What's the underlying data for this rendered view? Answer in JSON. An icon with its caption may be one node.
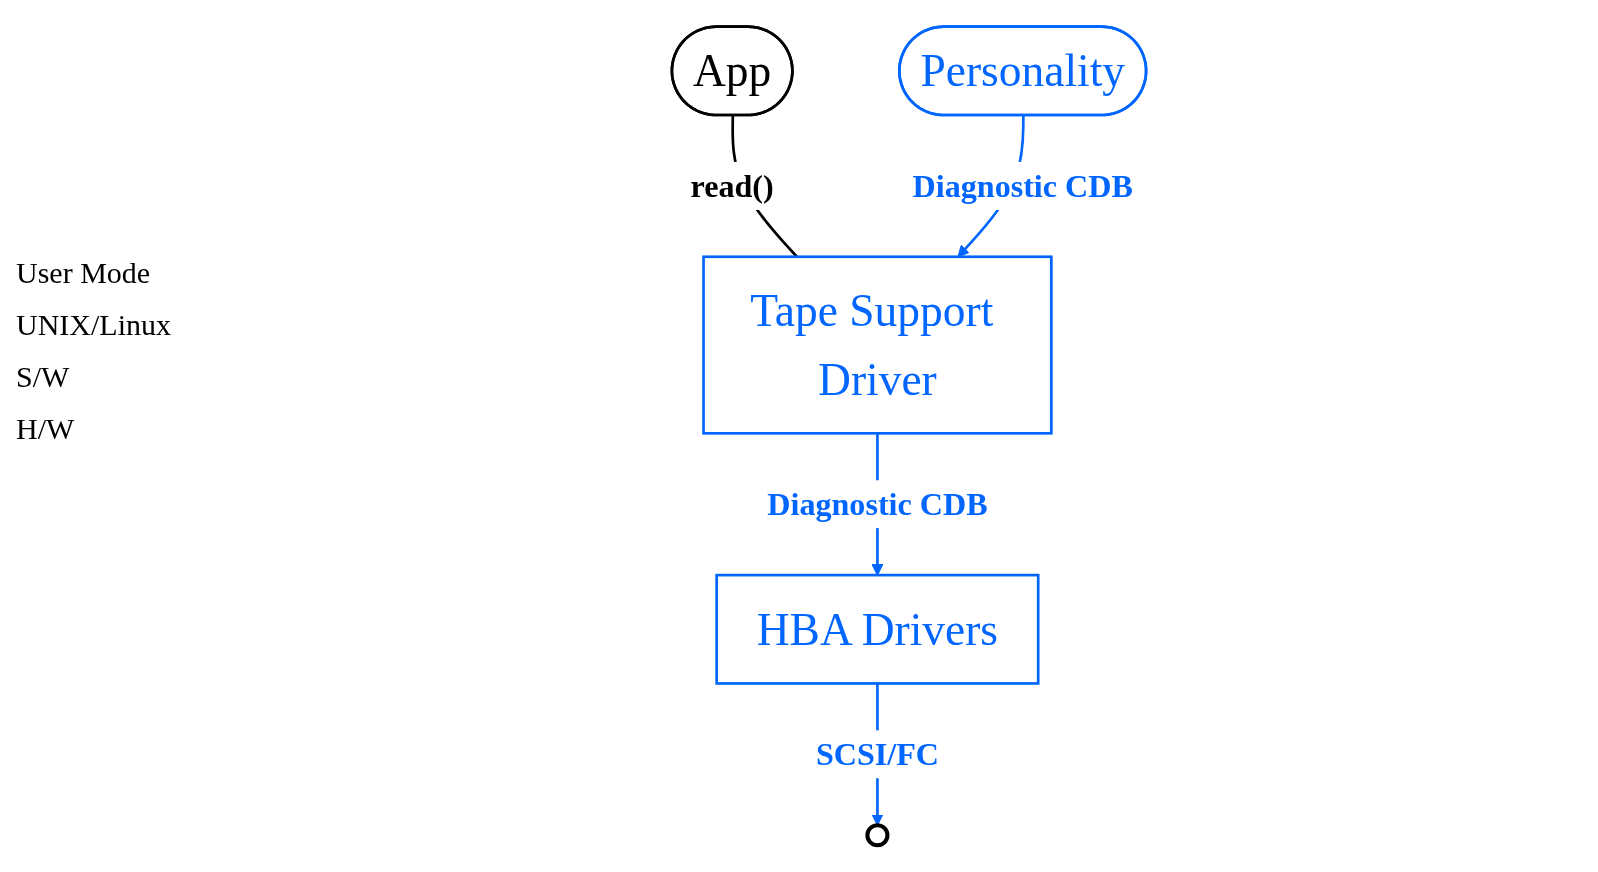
{
  "diagram": {
    "nodes": [
      {
        "text": [
          "App"
        ]
      },
      {
        "text": [
          "Personality"
        ]
      },
      {
        "text": [
          "Tape Support Driver"
        ]
      },
      {
        "text": [
          "HBA Drivers"
        ]
      },
      {
        "text": [],
        "shape": "circle"
      }
    ],
    "edges": [
      {
        "from": 0,
        "to": 2,
        "arrow": "none",
        "label": "read()",
        "color": "#000000"
      },
      {
        "from": 1,
        "to": 2,
        "arrow": "to",
        "label": "Diagnostic CDB"
      },
      {
        "from": 2,
        "to": 3,
        "arrow": "to",
        "label": "Diagnostic CDB"
      },
      {
        "from": 3,
        "to": 4,
        "arrow": "to",
        "label": "SCSI/FC"
      }
    ],
    "labels": [
      "User Mode",
      "UNIX/Linux",
      "S/W",
      "H/W"
    ]
  }
}
